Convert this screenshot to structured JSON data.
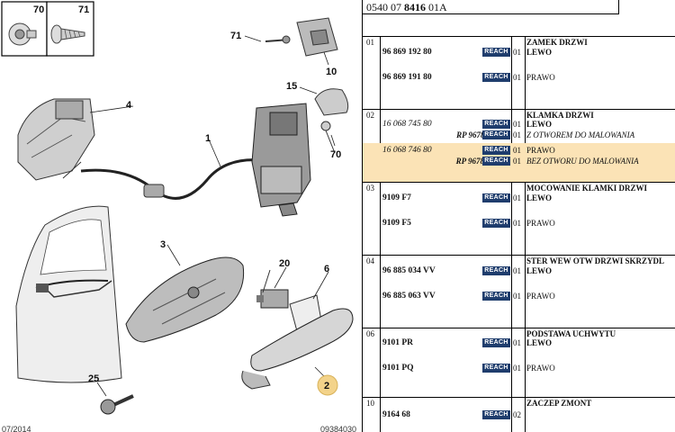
{
  "diagram": {
    "callouts": [
      "70",
      "71",
      "71",
      "10",
      "15",
      "4",
      "1",
      "70",
      "3",
      "20",
      "6",
      "25",
      "2"
    ],
    "footer_left": "07/2014",
    "footer_right": "09384030"
  },
  "header": {
    "ref_prefix": "0540 07 ",
    "ref_bold": "8416",
    "ref_suffix": " 01A"
  },
  "groups": [
    {
      "num": "01",
      "title": "ZAMEK DRZWI",
      "rows": [
        {
          "pn": "96 869 192 80",
          "italic": false,
          "rp": "",
          "reach": "REACH",
          "qty": "01",
          "desc": "LEWO",
          "desc_style": "b"
        },
        {
          "pn": "96 869 191 80",
          "italic": false,
          "rp": "",
          "reach": "REACH",
          "qty": "01",
          "desc": "PRAWO",
          "desc_style": ""
        }
      ]
    },
    {
      "num": "02",
      "title": "KLAMKA DRZWI",
      "rows": [
        {
          "pn": "16 068 745 80",
          "italic": true,
          "rp": "",
          "reach": "REACH",
          "qty": "01",
          "desc": "LEWO",
          "desc_style": "b"
        },
        {
          "pn": "",
          "italic": false,
          "rp": "RP 967853211T",
          "reach": "REACH",
          "qty": "01",
          "desc": "Z OTWOREM DO MALOWANIA",
          "desc_style": "it"
        },
        {
          "pn": "16 068 746 80",
          "italic": true,
          "rp": "",
          "reach": "REACH",
          "qty": "01",
          "desc": "PRAWO",
          "desc_style": ""
        },
        {
          "pn": "",
          "italic": false,
          "rp": "RP 967853201T",
          "reach": "REACH",
          "qty": "01",
          "desc": "BEZ OTWORU DO MALOWANIA",
          "desc_style": "it"
        }
      ]
    },
    {
      "num": "03",
      "title": "MOCOWANIE KLAMKI DRZWI",
      "rows": [
        {
          "pn": "9109 F7",
          "italic": false,
          "rp": "",
          "reach": "REACH",
          "qty": "01",
          "desc": "LEWO",
          "desc_style": "b"
        },
        {
          "pn": "9109 F5",
          "italic": false,
          "rp": "",
          "reach": "REACH",
          "qty": "01",
          "desc": "PRAWO",
          "desc_style": ""
        }
      ]
    },
    {
      "num": "04",
      "title": "STER WEW OTW DRZWI SKRZYDL",
      "rows": [
        {
          "pn": "96 885 034 VV",
          "italic": false,
          "rp": "",
          "reach": "REACH",
          "qty": "01",
          "desc": "LEWO",
          "desc_style": "b"
        },
        {
          "pn": "96 885 063 VV",
          "italic": false,
          "rp": "",
          "reach": "REACH",
          "qty": "01",
          "desc": "PRAWO",
          "desc_style": ""
        }
      ]
    },
    {
      "num": "06",
      "title": "PODSTAWA UCHWYTU",
      "rows": [
        {
          "pn": "9101 PR",
          "italic": false,
          "rp": "",
          "reach": "REACH",
          "qty": "01",
          "desc": "LEWO",
          "desc_style": "b"
        },
        {
          "pn": "9101 PQ",
          "italic": false,
          "rp": "",
          "reach": "REACH",
          "qty": "01",
          "desc": "PRAWO",
          "desc_style": ""
        }
      ]
    },
    {
      "num": "10",
      "title": "ZACZEP ZMONT",
      "rows": [
        {
          "pn": "9164 68",
          "italic": false,
          "rp": "",
          "reach": "REACH",
          "qty": "02",
          "desc": "",
          "desc_style": ""
        }
      ]
    }
  ]
}
